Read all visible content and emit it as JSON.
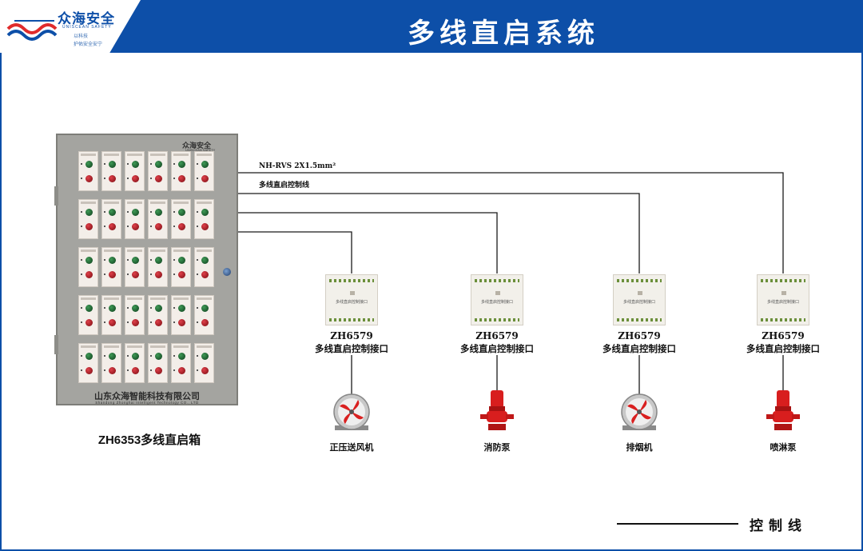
{
  "header": {
    "title": "多线直启系统",
    "logo_cn": "众海安全",
    "logo_en": "UNISCEAN SAFETY",
    "logo_slogan_1": "以科技",
    "logo_slogan_2": "护佑安全安宁"
  },
  "cabinet": {
    "logo_cn": "众海安全",
    "logo_en": "UNISCEAN SAFETY",
    "company_cn": "山东众海智能科技有限公司",
    "company_en": "Shandong Zhonghai Intelligent Technology CO., LTD",
    "caption": "ZH6353多线直启箱",
    "module_rows": 5,
    "module_cols": 6
  },
  "wire": {
    "spec": "NH-RVS 2X1.5mm²",
    "label": "多线直启控制线"
  },
  "devices": [
    {
      "model": "ZH6579",
      "label": "多线直启控制接口",
      "panel_text": "多线直启控制接口",
      "equipment": "正压送风机",
      "equipment_icon": "fan-icon"
    },
    {
      "model": "ZH6579",
      "label": "多线直启控制接口",
      "panel_text": "多线直启控制接口",
      "equipment": "消防泵",
      "equipment_icon": "pump-icon"
    },
    {
      "model": "ZH6579",
      "label": "多线直启控制接口",
      "panel_text": "多线直启控制接口",
      "equipment": "排烟机",
      "equipment_icon": "fan-icon"
    },
    {
      "model": "ZH6579",
      "label": "多线直启控制接口",
      "panel_text": "多线直启控制接口",
      "equipment": "喷淋泵",
      "equipment_icon": "pump-icon"
    }
  ],
  "legend": {
    "label": "控制线"
  },
  "colors": {
    "brand_blue": "#0d4fa8",
    "cabinet_gray": "#a4a4a0",
    "button_green": "#1f6b35",
    "button_red": "#b0141c",
    "pump_red": "#d81e1e"
  }
}
